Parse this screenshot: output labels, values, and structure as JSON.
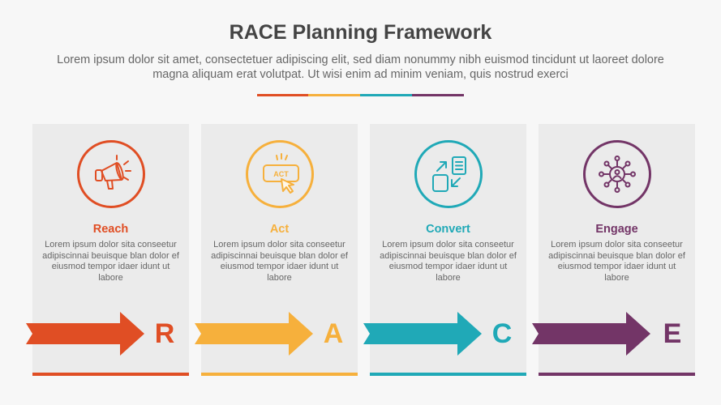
{
  "title": "RACE Planning Framework",
  "subtitle": "Lorem ipsum dolor sit amet, consectetuer adipiscing elit, sed diam nonummy nibh euismod tincidunt ut laoreet dolore magna aliquam erat volutpat. Ut wisi enim ad minim veniam, quis nostrud exerci",
  "colors": {
    "reach": "#e04e24",
    "act": "#f6b03c",
    "convert": "#20a9b7",
    "engage": "#733567"
  },
  "stages": [
    {
      "title": "Reach",
      "letter": "R",
      "icon": "megaphone-icon",
      "text": "Lorem ipsum dolor sita conseetur adipiscinnai beuisque blan dolor ef eiusmod tempor idaer idunt ut labore"
    },
    {
      "title": "Act",
      "letter": "A",
      "icon": "act-click-icon",
      "icon_label": "ACT",
      "text": "Lorem ipsum dolor sita conseetur adipiscinnai beuisque blan dolor ef eiusmod tempor idaer idunt ut labore"
    },
    {
      "title": "Convert",
      "letter": "C",
      "icon": "convert-icon",
      "text": "Lorem ipsum dolor sita conseetur adipiscinnai beuisque blan dolor ef eiusmod tempor idaer idunt ut labore"
    },
    {
      "title": "Engage",
      "letter": "E",
      "icon": "network-user-icon",
      "text": "Lorem ipsum dolor sita conseetur adipiscinnai beuisque blan dolor ef eiusmod tempor idaer idunt ut labore"
    }
  ]
}
